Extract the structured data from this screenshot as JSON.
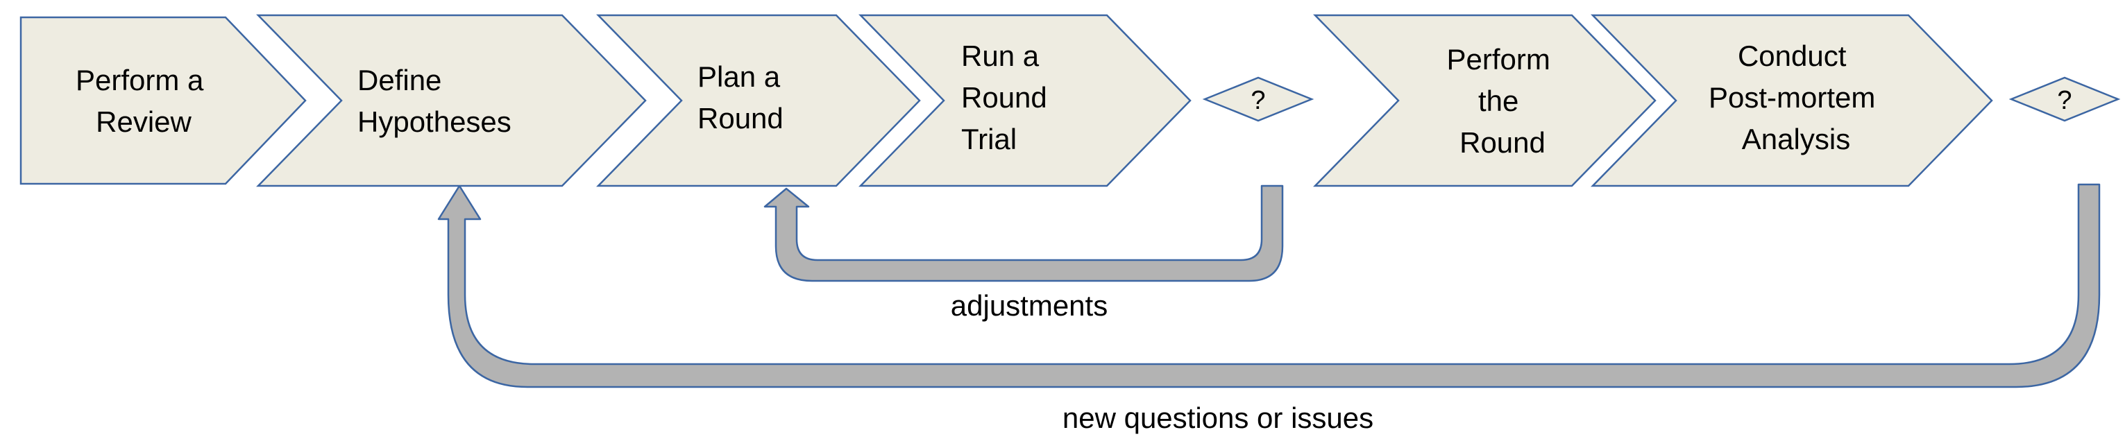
{
  "steps": [
    {
      "id": "review",
      "lines": [
        "Perform a",
        "Review"
      ]
    },
    {
      "id": "hypotheses",
      "lines": [
        "Define",
        "Hypotheses"
      ]
    },
    {
      "id": "plan",
      "lines": [
        "Plan a",
        "Round"
      ]
    },
    {
      "id": "trial",
      "lines": [
        "Run a",
        "Round",
        "Trial"
      ]
    },
    {
      "id": "perform",
      "lines": [
        "Perform",
        "the",
        "Round"
      ]
    },
    {
      "id": "postmortem",
      "lines": [
        "Conduct",
        "Post-mortem",
        "Analysis"
      ]
    }
  ],
  "decisions": [
    {
      "id": "after-trial",
      "label": "?"
    },
    {
      "id": "after-postmortem",
      "label": "?"
    }
  ],
  "loops": {
    "adjustments": "adjustments",
    "new_questions": "new questions or issues"
  }
}
